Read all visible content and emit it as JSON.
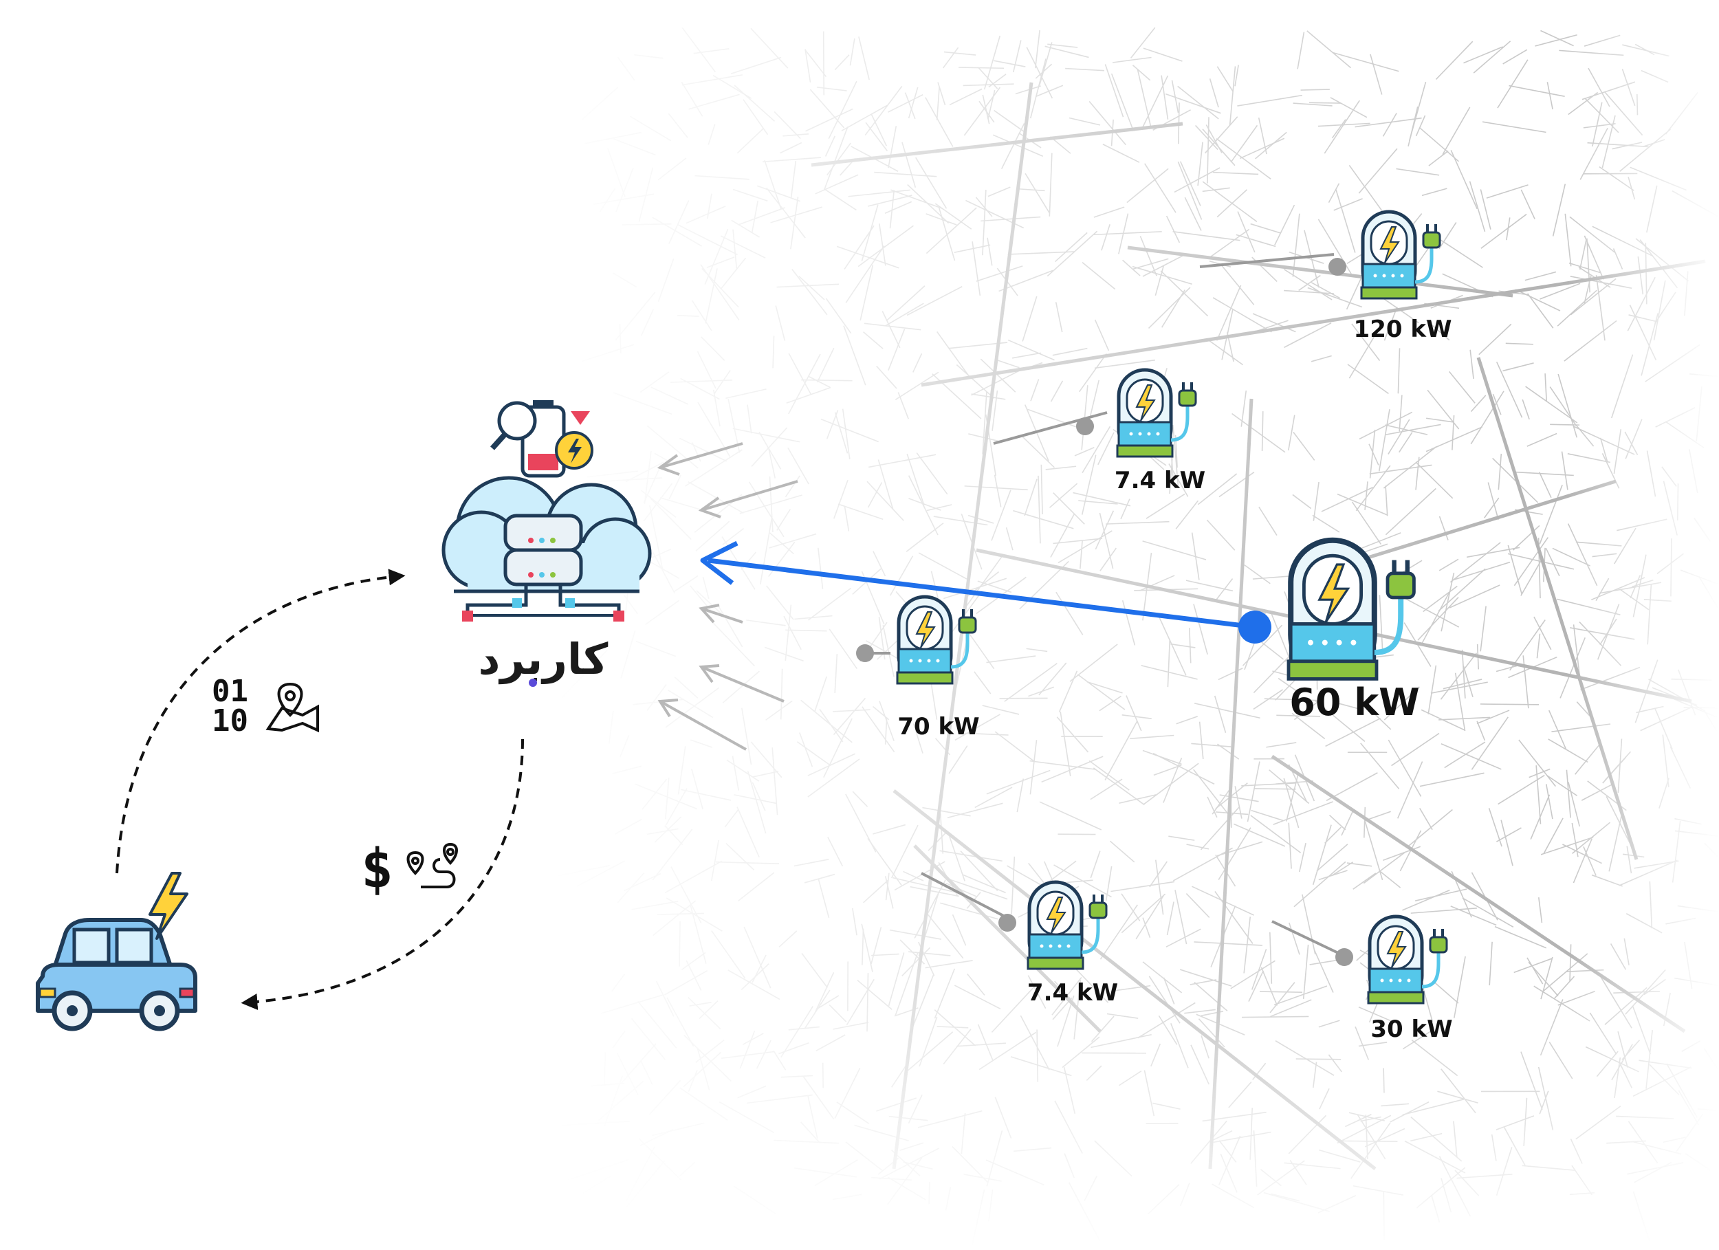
{
  "app": {
    "brand_name": "کاربرد"
  },
  "labels": {
    "data_bits": "01\n10",
    "bit_row_1": "01",
    "bit_row_2": "10",
    "price_symbol": "$"
  },
  "stations": [
    {
      "id": "s-120",
      "power": "120 kW",
      "highlighted": false
    },
    {
      "id": "s-7a",
      "power": "7.4 kW",
      "highlighted": false
    },
    {
      "id": "s-60",
      "power": "60 kW",
      "highlighted": true
    },
    {
      "id": "s-70",
      "power": "70 kW",
      "highlighted": false
    },
    {
      "id": "s-7b",
      "power": "7.4 kW",
      "highlighted": false
    },
    {
      "id": "s-30",
      "power": "30 kW",
      "highlighted": false
    }
  ],
  "icons": {
    "cloud_server": "cloud-server-icon",
    "battery_search": "battery-search-icon",
    "car": "electric-car-icon",
    "charger": "charging-station-icon",
    "binary": "binary-data-icon",
    "map_pin": "map-location-icon",
    "route": "route-icon",
    "dollar": "dollar-icon"
  },
  "colors": {
    "highlight_arrow": "#1f6fea",
    "faded_arrow": "#b5b5b5",
    "road": "#c9c9c9",
    "charger_cyan": "#55c7ea",
    "charger_green": "#8cc43f",
    "bolt_yellow": "#ffd23a",
    "car_body": "#87c6f2",
    "cloud": "#cdeefc"
  }
}
